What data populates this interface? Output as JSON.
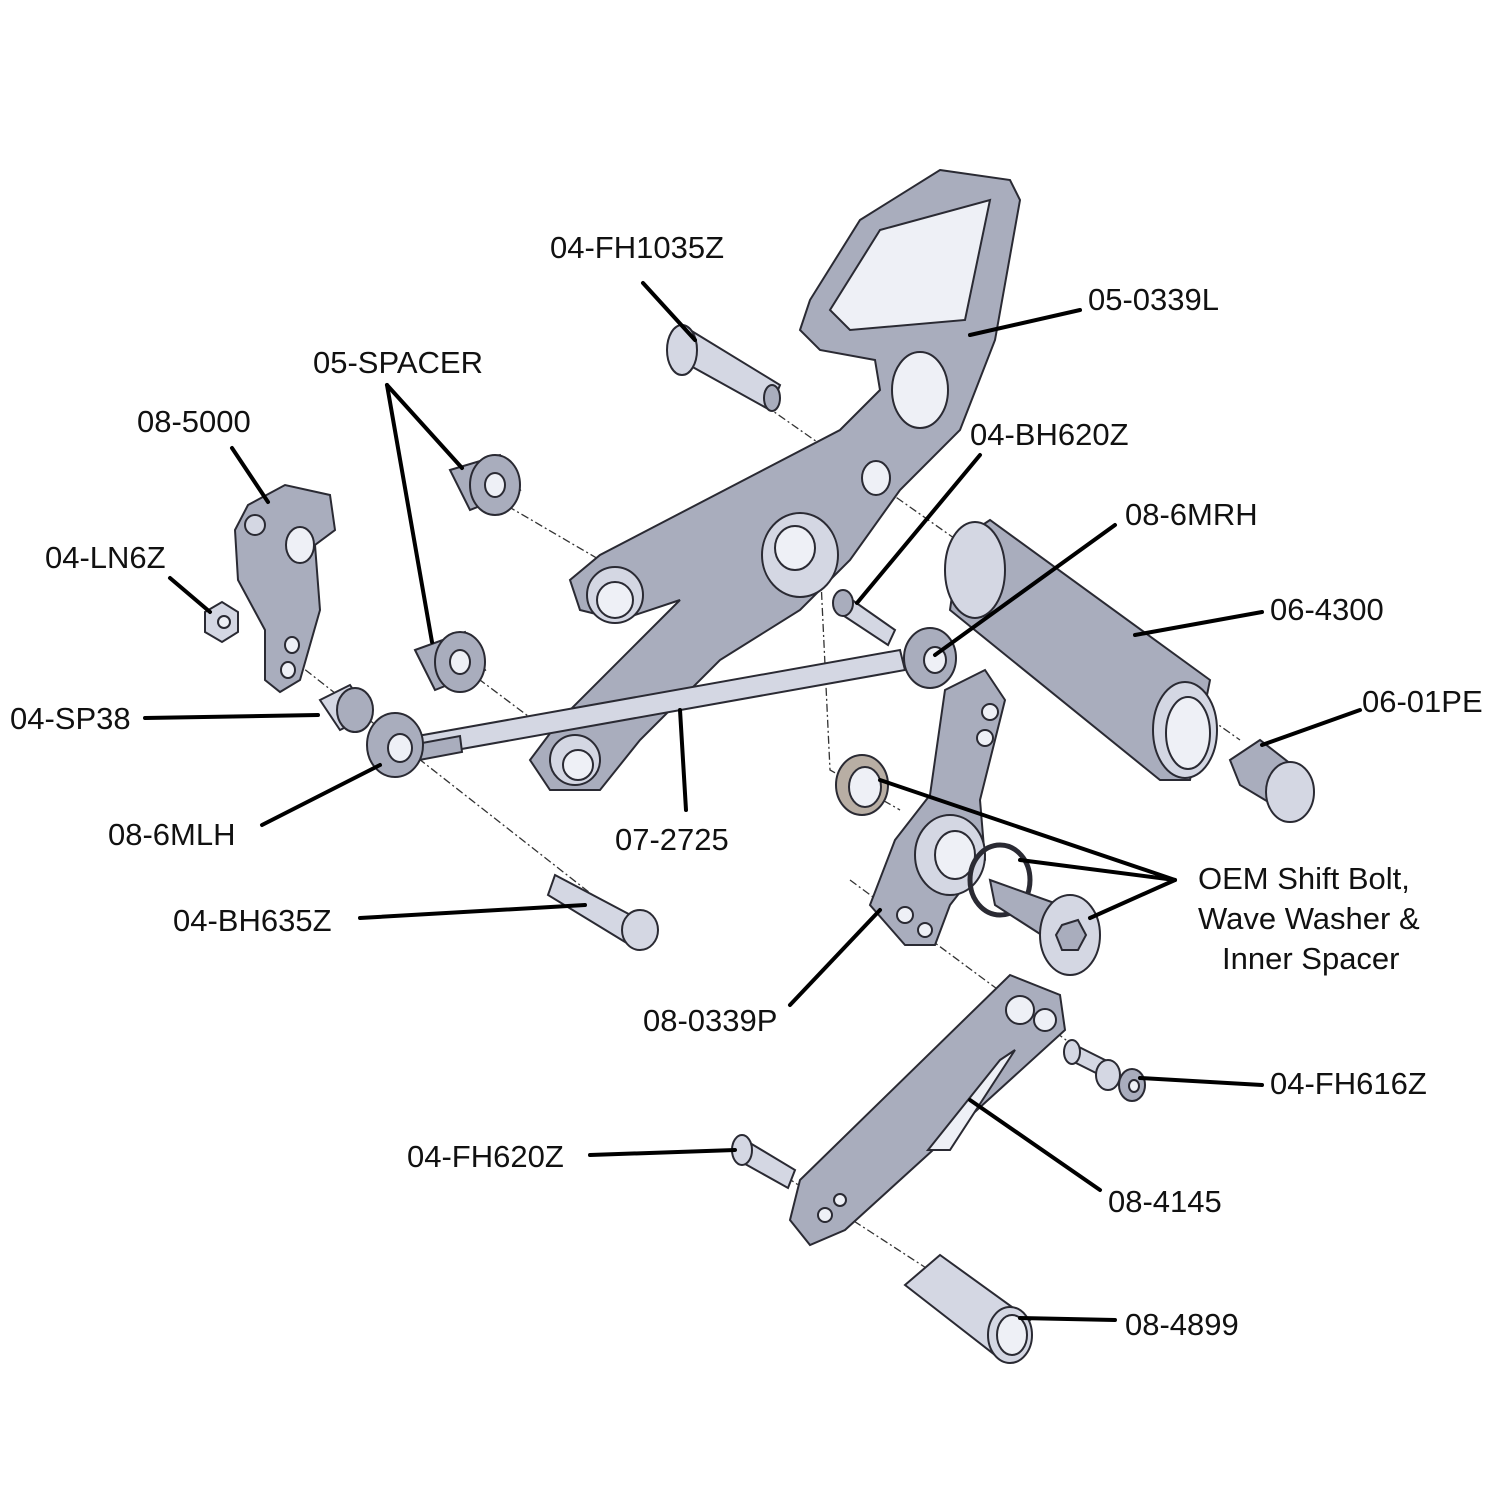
{
  "diagram": {
    "title": "Rearset exploded parts diagram",
    "colors": {
      "part": "#a9adbd",
      "highlight": "#d4d7e3",
      "leader": "#000000"
    },
    "labels": {
      "fh1035z": "04-FH1035Z",
      "l0339": "05-0339L",
      "spacer": "05-SPACER",
      "p5000": "08-5000",
      "ln6z": "04-LN6Z",
      "bh620z": "04-BH620Z",
      "mrh": "08-6MRH",
      "p4300": "06-4300",
      "pe01": "06-01PE",
      "sp38": "04-SP38",
      "mlh": "08-6MLH",
      "p2725": "07-2725",
      "oem_line1": "OEM Shift Bolt,",
      "oem_line2": "Wave Washer &",
      "oem_line3": "Inner Spacer",
      "bh635z": "04-BH635Z",
      "p0339p": "08-0339P",
      "fh616z": "04-FH616Z",
      "fh620z": "04-FH620Z",
      "p4145": "08-4145",
      "p4899": "08-4899"
    }
  }
}
